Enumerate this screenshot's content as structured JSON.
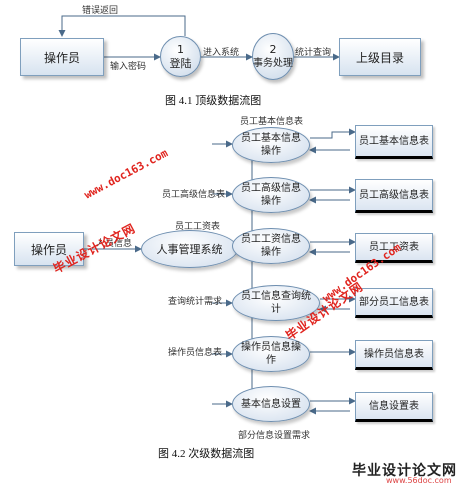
{
  "diagram1": {
    "caption": "图 4.1 顶级数据流图",
    "operator": "操作员",
    "login_num": "1",
    "login_label": "登陆",
    "process_num": "2",
    "process_label": "事务处理",
    "directory": "上级目录",
    "flow_error_return": "错误返回",
    "flow_input_password": "输入密码",
    "flow_enter_system": "进入系统",
    "flow_stats_query": "统计查询"
  },
  "diagram2": {
    "caption": "图 4.2 次级数据流图",
    "operator": "操作员",
    "flow_staff_info": "人员信息",
    "hr_system": "人事管理系统",
    "processes": [
      {
        "label": "员工基本信息操作",
        "flow_in": "员工基本信息表",
        "store": "员工基本信息表"
      },
      {
        "label": "员工高级信息操作",
        "flow_in": "员工高级信息表",
        "store": "员工高级信息表"
      },
      {
        "label": "员工工资信息操作",
        "flow_in": "员工工资表",
        "store": "员工工资表"
      },
      {
        "label": "员工信息查询统计",
        "flow_in": "查询统计需求",
        "store": "部分员工信息表"
      },
      {
        "label": "操作员信息操作",
        "flow_in": "操作员信息表",
        "store": "操作员信息表"
      },
      {
        "label": "基本信息设置",
        "flow_in": "部分信息设置需求",
        "store": "信息设置表"
      }
    ]
  },
  "watermarks": {
    "url": "www.doc163.com",
    "cn": "毕业设计论文网",
    "site_cn": "毕业设计论文网",
    "site_url": "www.56doc.com"
  },
  "colors": {
    "line": "#4a6a8a",
    "node_fill": "#d7e3f0",
    "watermark": "#e0241e"
  }
}
